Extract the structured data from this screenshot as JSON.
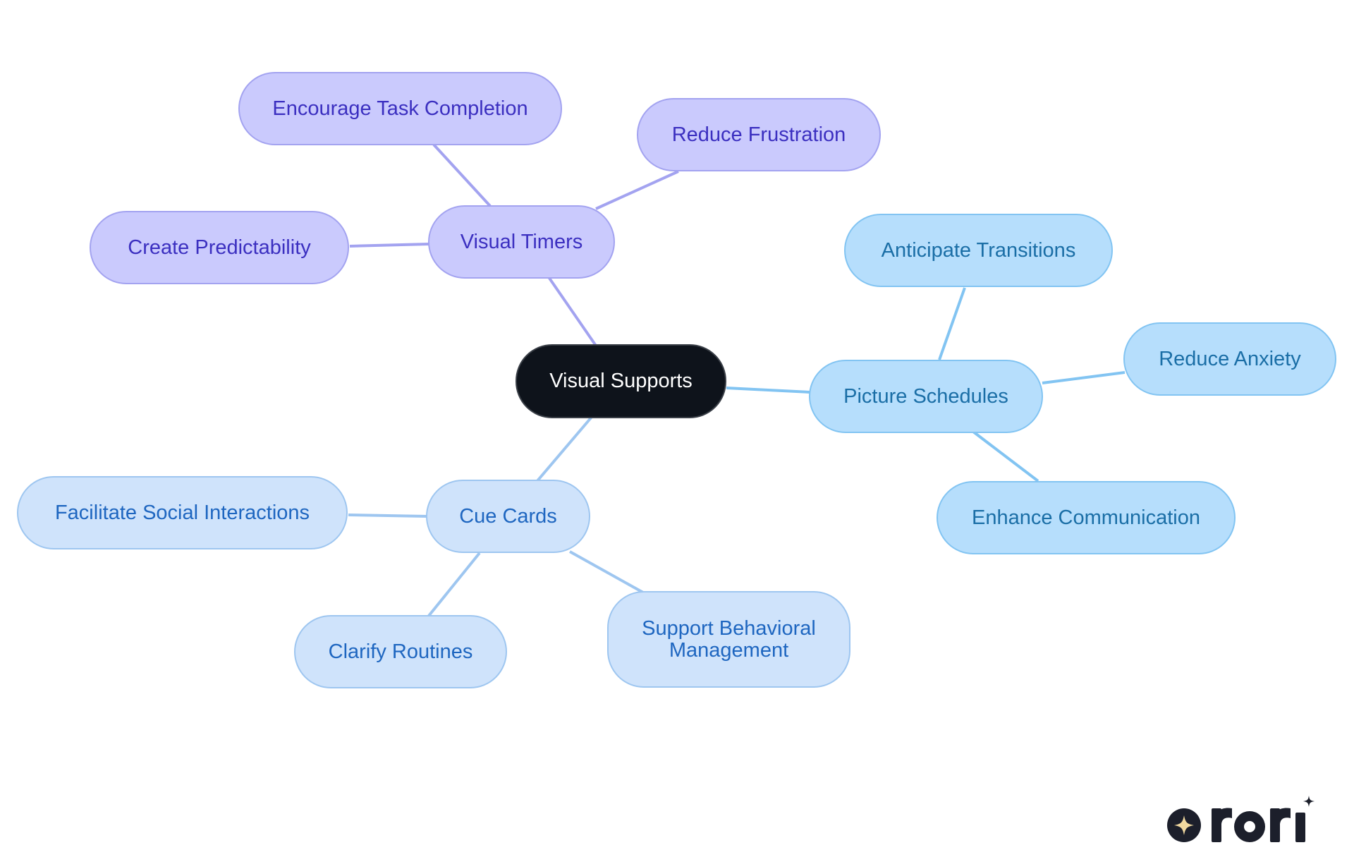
{
  "diagram": {
    "root": "Visual Supports",
    "branches": [
      {
        "label": "Visual Timers",
        "color": "#a3a3f0",
        "children": [
          "Encourage Task Completion",
          "Reduce Frustration",
          "Create Predictability"
        ]
      },
      {
        "label": "Picture Schedules",
        "color": "#82c4f2",
        "children": [
          "Anticipate Transitions",
          "Reduce Anxiety",
          "Enhance Communication"
        ]
      },
      {
        "label": "Cue Cards",
        "color": "#9ec6f0",
        "children": [
          "Facilitate Social Interactions",
          "Clarify Routines",
          "Support Behavioral\nManagement"
        ]
      }
    ]
  },
  "logo": {
    "text": "rori",
    "icon": "sparkle-icon",
    "colors": {
      "mark": "#1c1f2b",
      "sparkle": "#f1d9a0"
    }
  }
}
